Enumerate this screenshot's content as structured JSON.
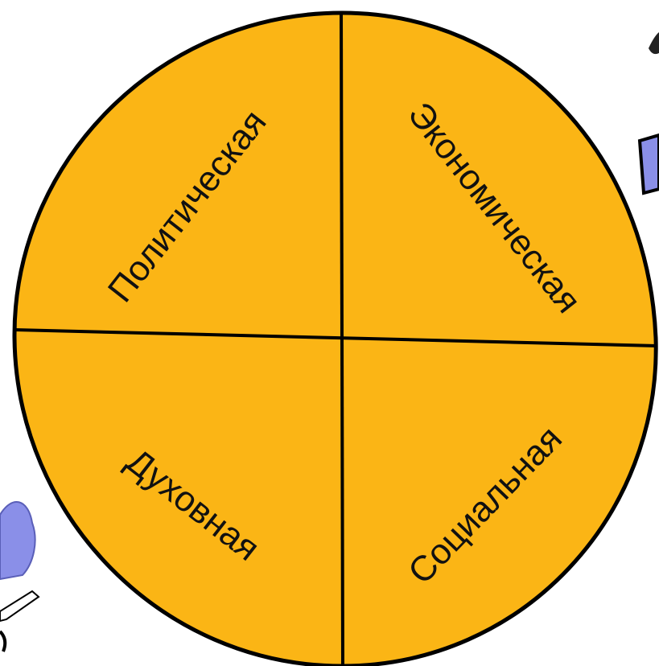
{
  "diagram": {
    "sectors": [
      {
        "id": "political",
        "label": "Политическая"
      },
      {
        "id": "economic",
        "label": "Экономическая"
      },
      {
        "id": "spiritual",
        "label": "Духовная"
      },
      {
        "id": "social",
        "label": "Социальная"
      }
    ],
    "colors": {
      "fill": "#FBB515",
      "stroke": "#000000",
      "text": "#111111",
      "side_decoration": "#8A8FE8"
    }
  }
}
